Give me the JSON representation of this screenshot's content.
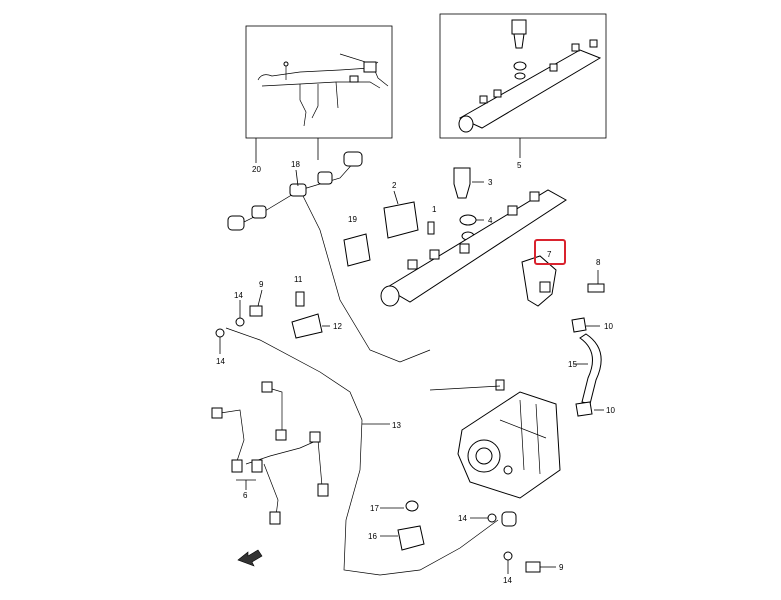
{
  "highlight_color": "#d9232e",
  "callouts": {
    "c20": "20",
    "c5": "5",
    "c18": "18",
    "c2": "2",
    "c3": "3",
    "c1": "1",
    "c4": "4",
    "c19": "19",
    "c7": "7",
    "c8": "8",
    "c9": "9",
    "c14a": "14",
    "c14b": "14",
    "c11": "11",
    "c12": "12",
    "c10a": "10",
    "c15": "15",
    "c10b": "10",
    "c13": "13",
    "c6": "6",
    "c17": "17",
    "c14c": "14",
    "c16": "16",
    "c14d": "14",
    "c9b": "9"
  },
  "icons": {
    "front_arrow": "front-direction-arrow-icon"
  }
}
